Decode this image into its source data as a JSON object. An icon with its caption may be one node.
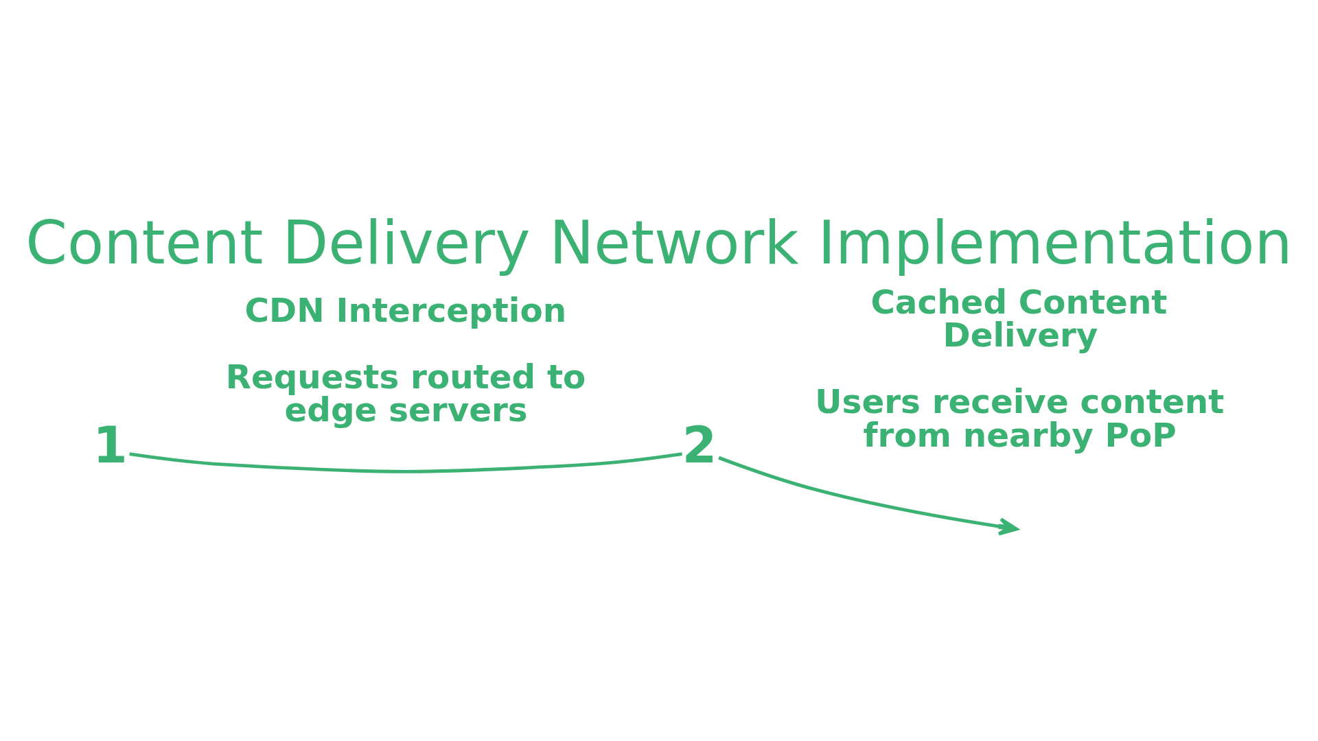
{
  "diagram": {
    "title": "Content Delivery Network Implementation",
    "nodes": [
      {
        "text": [
          "1"
        ]
      },
      {
        "text": [
          "CDN Interception",
          "Requests routed to edge servers"
        ]
      },
      {
        "text": [
          "2"
        ]
      },
      {
        "text": [
          "Cached Content Delivery",
          "Users receive content from nearby PoP"
        ]
      }
    ],
    "edges": [
      {
        "from": 0,
        "to": 2,
        "arrow": "none"
      },
      {
        "from": 2,
        "to": null,
        "arrow": "to"
      }
    ]
  }
}
